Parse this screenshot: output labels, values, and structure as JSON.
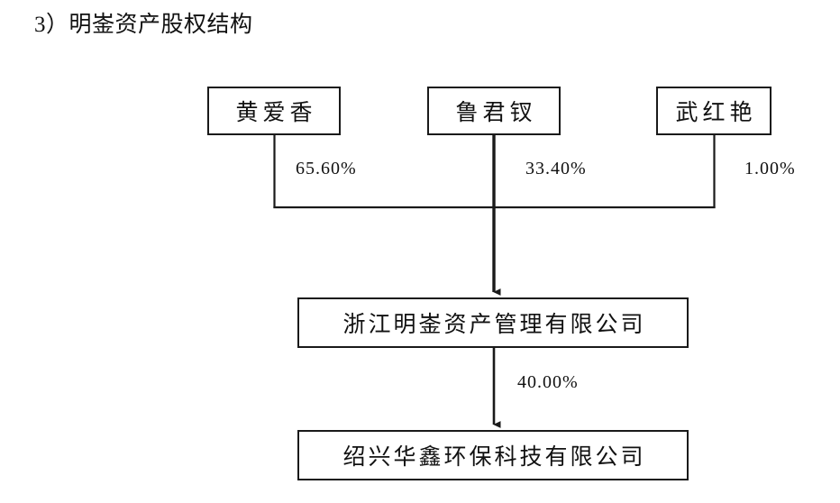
{
  "heading": "3）明崟资产股权结构",
  "diagram": {
    "type": "ownership-structure",
    "shareholders": [
      {
        "id": "p0",
        "name": "黄爱香",
        "stake": "65.60%"
      },
      {
        "id": "p1",
        "name": "鲁君钗",
        "stake": "33.40%"
      },
      {
        "id": "p2",
        "name": "武红艳",
        "stake": "1.00%"
      }
    ],
    "companies": [
      {
        "id": "c0",
        "name": "浙江明崟资产管理有限公司"
      },
      {
        "id": "c1",
        "name": "绍兴华鑫环保科技有限公司"
      }
    ],
    "edges": [
      {
        "from": "p0",
        "to": "c0",
        "label": "65.60%"
      },
      {
        "from": "p1",
        "to": "c0",
        "label": "33.40%"
      },
      {
        "from": "p2",
        "to": "c0",
        "label": "1.00%"
      },
      {
        "from": "c0",
        "to": "c1",
        "label": "40.00%"
      }
    ],
    "colors": {
      "line": "#1a1a1a",
      "box_border": "#1a1a1a",
      "box_fill": "#ffffff",
      "text": "#111111",
      "page_background": "#ffffff"
    }
  }
}
